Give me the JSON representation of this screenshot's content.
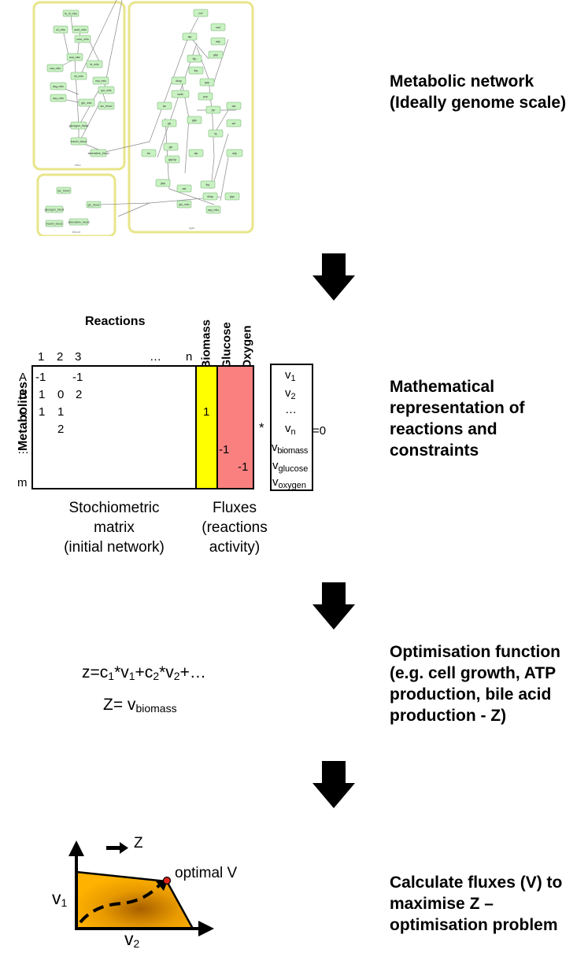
{
  "steps": {
    "network_line1": "Metabolic network",
    "network_line2": "(Ideally genome scale)",
    "math_line1": "Mathematical",
    "math_line2": "representation of",
    "math_line3": "reactions and",
    "math_line4": "constraints",
    "opt_line1": "Optimisation function",
    "opt_line2": "(e.g. cell growth, ATP",
    "opt_line3": "production, bile acid",
    "opt_line4": "production - Z)",
    "calc_line1": "Calculate fluxes (V) to",
    "calc_line2": "maximise Z –",
    "calc_line3": "optimisation problem"
  },
  "matrix": {
    "reactions_label": "Reactions",
    "metabolites_label": "Metabolites",
    "col_headers": [
      "1",
      "2",
      "3",
      "…",
      "n"
    ],
    "row_headers": [
      "A",
      "B",
      "C",
      "…",
      "m"
    ],
    "rotated_headers": [
      "Biomass",
      "Glucose",
      "Oxygen"
    ],
    "cells": {
      "a1": "-1",
      "a3": "-1",
      "b1": "1",
      "b2": "0",
      "b3": "2",
      "c1": "1",
      "c2": "1",
      "d2": "2"
    },
    "biomass_value": "1",
    "glucose_value": "-1",
    "oxygen_value": "-1",
    "multiply": "*",
    "equals": "=0",
    "vector": {
      "v": "v",
      "s1": "1",
      "s2": "2",
      "dots": "…",
      "sn": "n",
      "biomass": "biomass",
      "glucose": "glucose",
      "oxygen": "oxygen"
    },
    "stoich_caption_line1": "Stochiometric",
    "stoich_caption_line2": "matrix",
    "stoich_caption_line3": "(initial network)",
    "flux_caption_line1": "Fluxes",
    "flux_caption_line2": "(reactions",
    "flux_caption_line3": "activity)"
  },
  "optimisation": {
    "eq1_z": "z=c",
    "eq1_s1": "1",
    "eq1_p1": "*v",
    "eq1_s2": "1",
    "eq1_p2": "+c",
    "eq1_s3": "2",
    "eq1_p3": "*v",
    "eq1_s4": "2",
    "eq1_p4": "+…",
    "eq2_z": "Z= v",
    "eq2_sub": "biomass"
  },
  "solution": {
    "z_label": "Z",
    "optimal_label": "optimal V",
    "v1_label": "v",
    "v1_sub": "1",
    "v2_label": "v",
    "v2_sub": "2"
  },
  "network_nodes": [
    "fa_ld_mito",
    "c2_mito",
    "acet_mito",
    "succ_mito",
    "aoa_mito",
    "oaa_mito",
    "fa_mito",
    "mal_mito",
    "cit_mito",
    "akg_mito",
    "asp_mito",
    "glu_mito",
    "pyr_mito",
    "lac_blood",
    "glucagon_blood",
    "insulin_blood",
    "adrenaline_blood",
    "glc_blood",
    "co2",
    "nad",
    "atp",
    "adp",
    "g6p",
    "f6p",
    "fbp",
    "dhap",
    "gap",
    "pep",
    "pyr",
    "lac",
    "ala",
    "glyc",
    "gln",
    "glyc3p",
    "nadh",
    "gly",
    "tg",
    "ser"
  ],
  "network_boxes": [
    "mito",
    "blood",
    "cyto"
  ],
  "colors": {
    "yellow": "#ffff00",
    "pink": "#fa8080",
    "region_outline": "#e8e58a",
    "node_fill": "#c9f2c2",
    "node_stroke": "#6aa86a",
    "polytope_dark": "#c97a00",
    "polytope_light": "#ffb300",
    "optimal_point": "#e0231c"
  }
}
